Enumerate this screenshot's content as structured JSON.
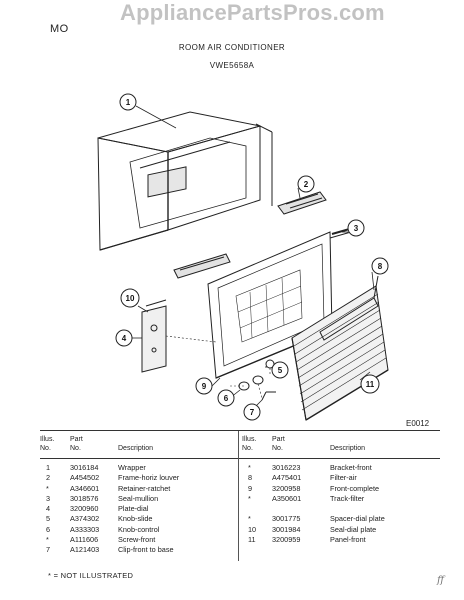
{
  "watermark": "AppliancePartsPros.com",
  "header": {
    "model_label": "MO",
    "title": "ROOM AIR CONDITIONER",
    "model_number": "VWE5658A"
  },
  "diagram": {
    "callouts": [
      "1",
      "2",
      "3",
      "4",
      "5",
      "6",
      "7",
      "8",
      "9",
      "10",
      "11"
    ],
    "figure_code": "E0012"
  },
  "table": {
    "headers": {
      "illus": "Illus.",
      "no": "No.",
      "part": "Part",
      "description": "Description"
    },
    "left_rows": [
      {
        "illus": "1",
        "part": "3016184",
        "description": "Wrapper"
      },
      {
        "illus": "2",
        "part": "A454502",
        "description": "Frame-horiz louver"
      },
      {
        "illus": "*",
        "part": "A346601",
        "description": "Retainer-ratchet"
      },
      {
        "illus": "3",
        "part": "3018576",
        "description": "Seal-mullion"
      },
      {
        "illus": "4",
        "part": "3200960",
        "description": "Plate-dial"
      },
      {
        "illus": "5",
        "part": "A374302",
        "description": "Knob-slide"
      },
      {
        "illus": "6",
        "part": "A333303",
        "description": "Knob-control"
      },
      {
        "illus": "*",
        "part": "A111606",
        "description": "Screw-front"
      },
      {
        "illus": "7",
        "part": "A121403",
        "description": "Clip-front to base"
      }
    ],
    "right_rows": [
      {
        "illus": "*",
        "part": "3016223",
        "description": "Bracket-front"
      },
      {
        "illus": "8",
        "part": "A475401",
        "description": "Filter-air"
      },
      {
        "illus": "9",
        "part": "3200958",
        "description": "Front-complete"
      },
      {
        "illus": "*",
        "part": "A350601",
        "description": "Track-filter"
      },
      {
        "illus": "",
        "part": "",
        "description": ""
      },
      {
        "illus": "*",
        "part": "3001775",
        "description": "Spacer-dial plate"
      },
      {
        "illus": "10",
        "part": "3001984",
        "description": "Seal-dial plate"
      },
      {
        "illus": "11",
        "part": "3200959",
        "description": "Panel-front"
      }
    ]
  },
  "footnote": "* = NOT ILLUSTRATED",
  "signature": "ff"
}
